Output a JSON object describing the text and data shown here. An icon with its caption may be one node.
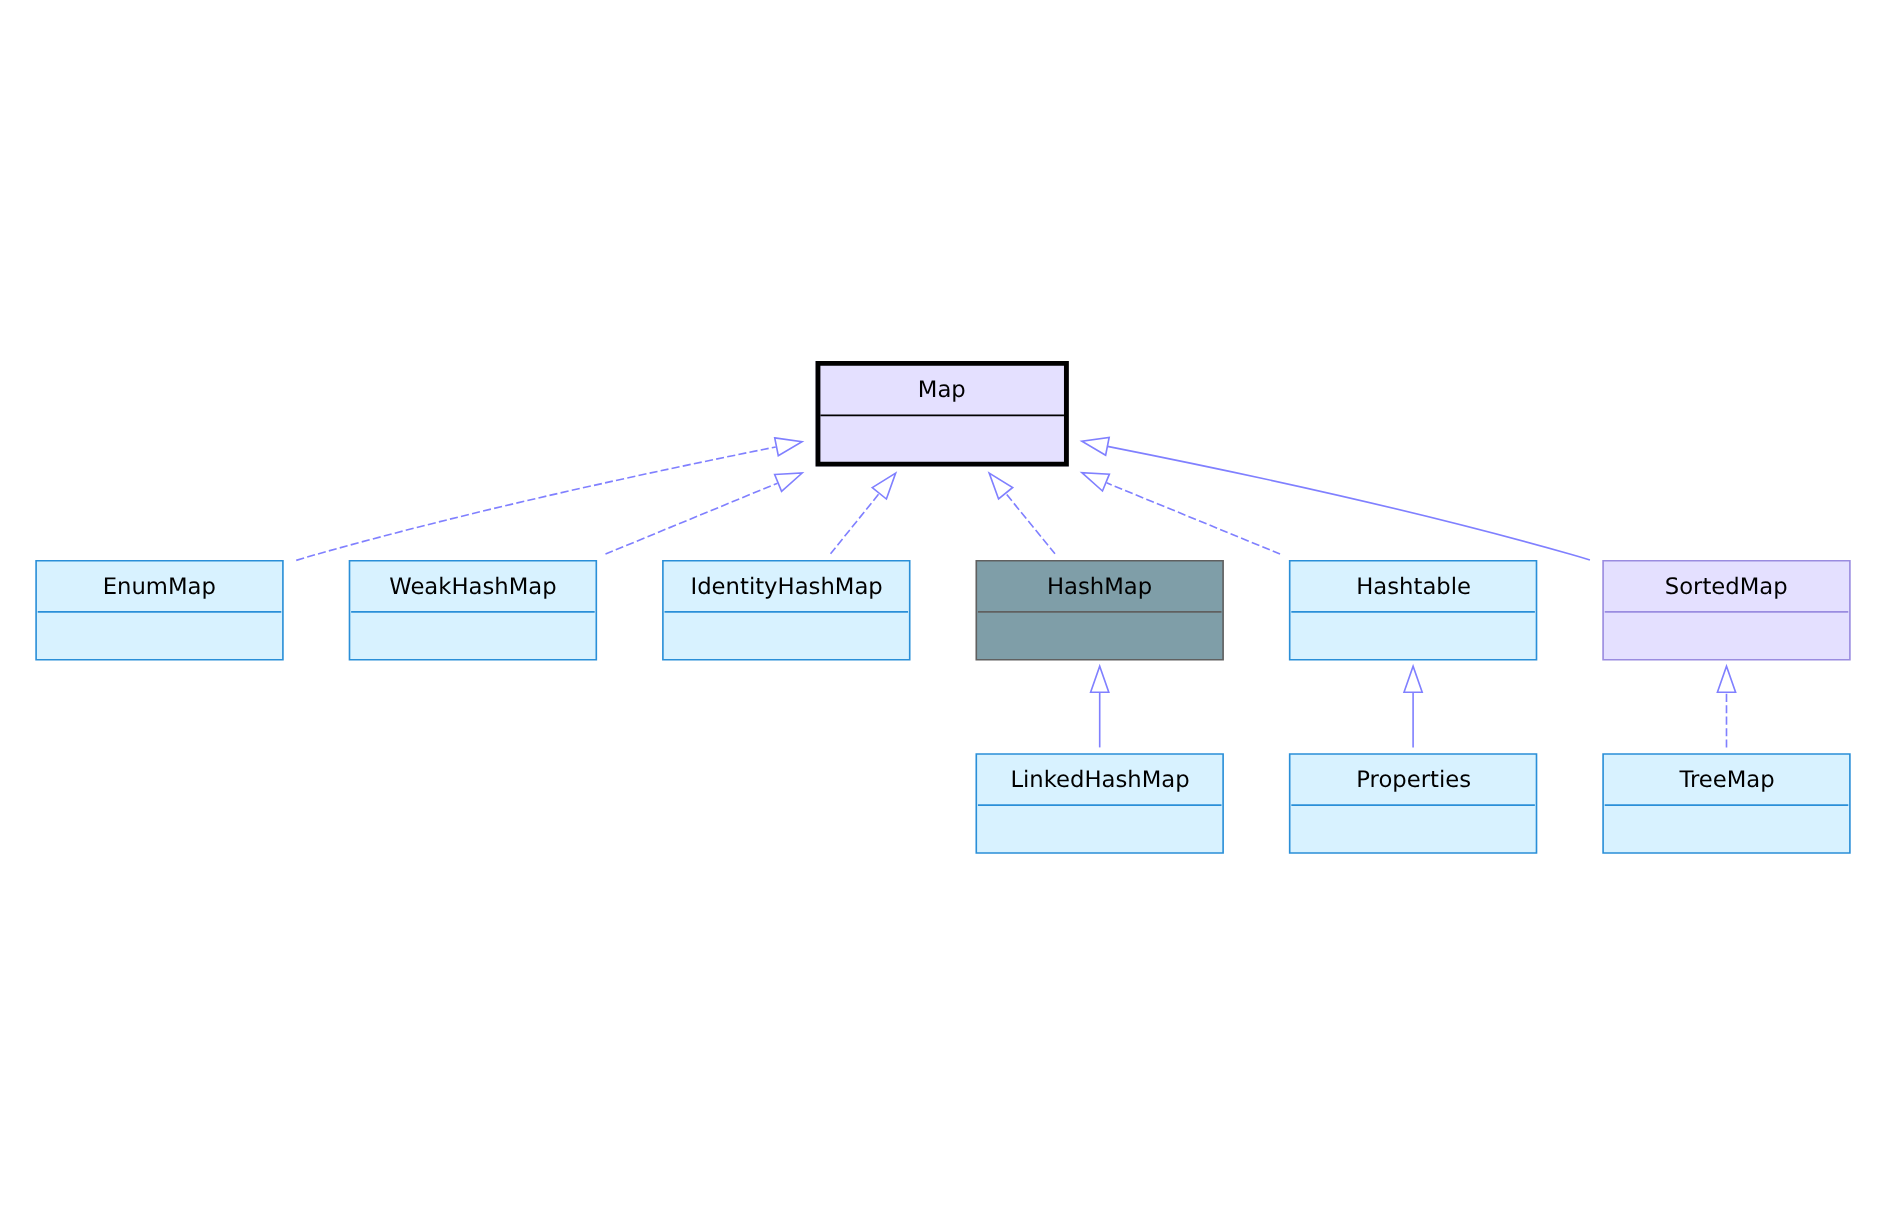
{
  "diagram": {
    "nodes": [
      {
        "text": [
          "Map"
        ]
      },
      {
        "text": [
          "EnumMap"
        ]
      },
      {
        "text": [
          "WeakHashMap"
        ]
      },
      {
        "text": [
          "IdentityHashMap"
        ]
      },
      {
        "text": [
          "HashMap"
        ]
      },
      {
        "text": [
          "Hashtable"
        ]
      },
      {
        "text": [
          "SortedMap"
        ]
      },
      {
        "text": [
          "LinkedHashMap"
        ]
      },
      {
        "text": [
          "Properties"
        ]
      },
      {
        "text": [
          "TreeMap"
        ]
      }
    ],
    "edges": [
      {
        "from": 1,
        "to": 0,
        "arrow": "to",
        "style": "dashed"
      },
      {
        "from": 3,
        "to": 0,
        "arrow": "to",
        "style": "dashed"
      },
      {
        "from": 4,
        "to": 0,
        "arrow": "to",
        "style": "dashed"
      },
      {
        "from": 5,
        "to": 0,
        "arrow": "to",
        "style": "dashed"
      },
      {
        "from": 6,
        "to": 0,
        "arrow": "to"
      },
      {
        "from": 2,
        "to": 0,
        "arrow": "to",
        "style": "dashed"
      },
      {
        "from": 7,
        "to": 4,
        "arrow": "to"
      },
      {
        "from": 8,
        "to": 5,
        "arrow": "to"
      },
      {
        "from": 9,
        "to": 6,
        "arrow": "to",
        "style": "dashed"
      }
    ]
  }
}
